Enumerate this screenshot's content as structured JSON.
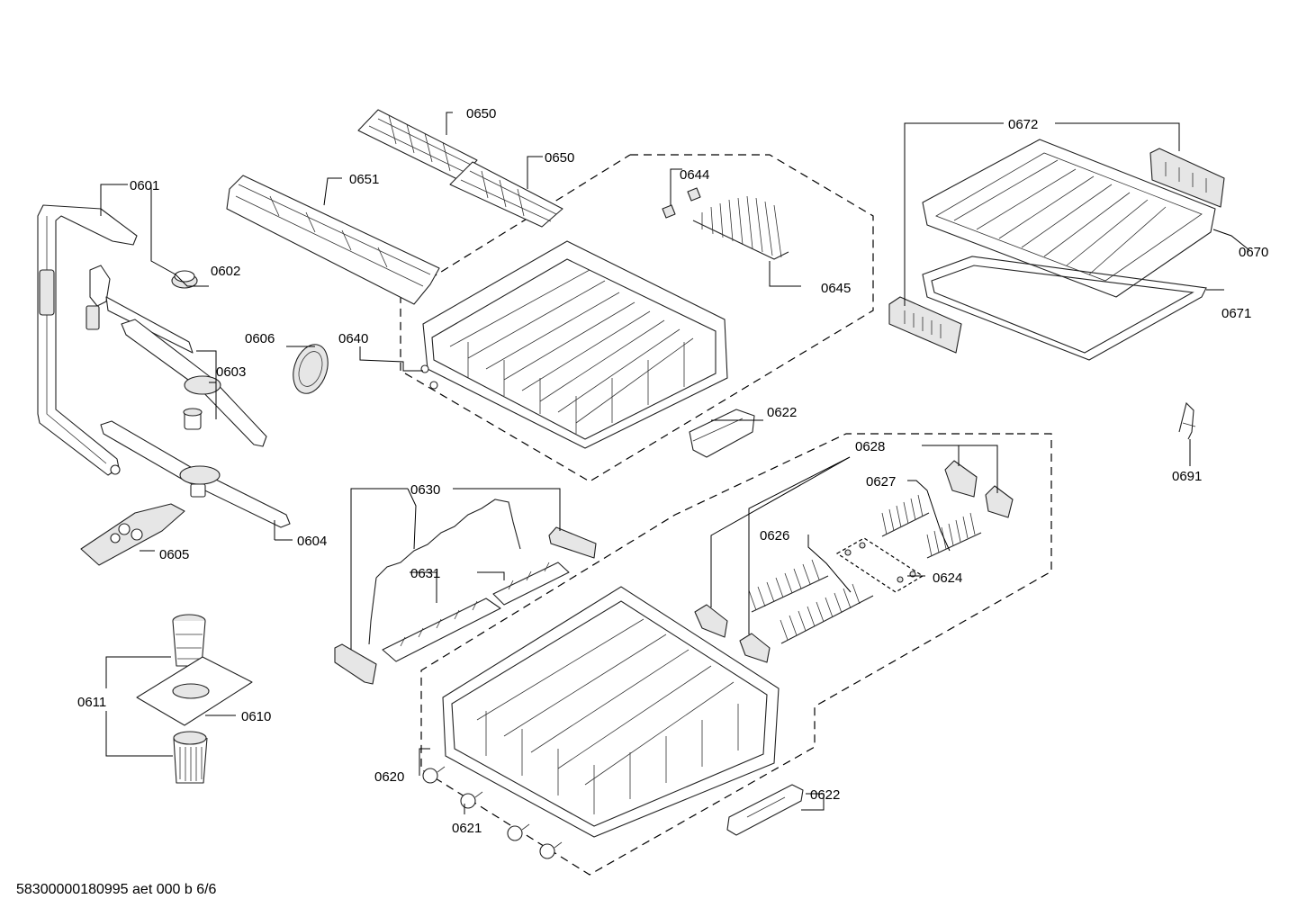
{
  "footer_code": "58300000180995 aet 000 b 6/6",
  "callouts": {
    "c0601": "0601",
    "c0602": "0602",
    "c0603": "0603",
    "c0604": "0604",
    "c0605": "0605",
    "c0606": "0606",
    "c0610": "0610",
    "c0611": "0611",
    "c0620": "0620",
    "c0621": "0621",
    "c0622a": "0622",
    "c0622b": "0622",
    "c0624": "0624",
    "c0626": "0626",
    "c0627": "0627",
    "c0628": "0628",
    "c0630": "0630",
    "c0631": "0631",
    "c0640": "0640",
    "c0644": "0644",
    "c0645": "0645",
    "c0650a": "0650",
    "c0650b": "0650",
    "c0651": "0651",
    "c0670": "0670",
    "c0671": "0671",
    "c0672": "0672",
    "c0691": "0691"
  }
}
